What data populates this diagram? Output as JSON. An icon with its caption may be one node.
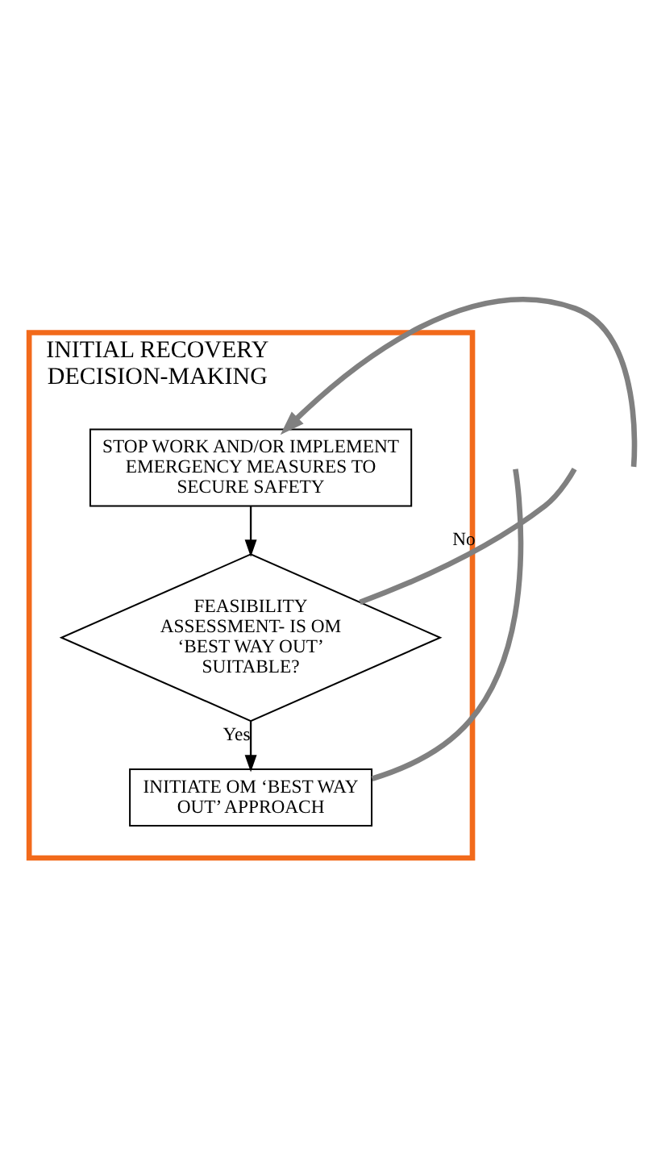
{
  "diagram": {
    "nodes": [
      {
        "text": [
          "INITIAL RECOVERY DECISION-MAKING"
        ]
      },
      {
        "text": [
          "STOP WORK AND/OR IMPLEMENT EMERGENCY MEASURES TO SECURE SAFETY"
        ],
        "in": 0
      },
      {
        "text": [
          "FEASIBILITY ASSESSMENT- IS OM ‘BEST WAY OUT’ SUITABLE?"
        ],
        "in": 0
      },
      {
        "text": [
          "INITIATE OM ‘BEST WAY OUT’ APPROACH"
        ],
        "in": 0
      }
    ],
    "edges": [
      {
        "from": null,
        "to": 1,
        "arrow": "to"
      },
      {
        "from": 1,
        "to": 2,
        "arrow": "to",
        "color": "#000000"
      },
      {
        "from": 2,
        "to": null,
        "arrow": "none",
        "label": "No"
      },
      {
        "from": 2,
        "to": 3,
        "arrow": "to",
        "label": "Yes",
        "color": "#000000"
      },
      {
        "from": 3,
        "to": null,
        "arrow": "none"
      }
    ]
  }
}
